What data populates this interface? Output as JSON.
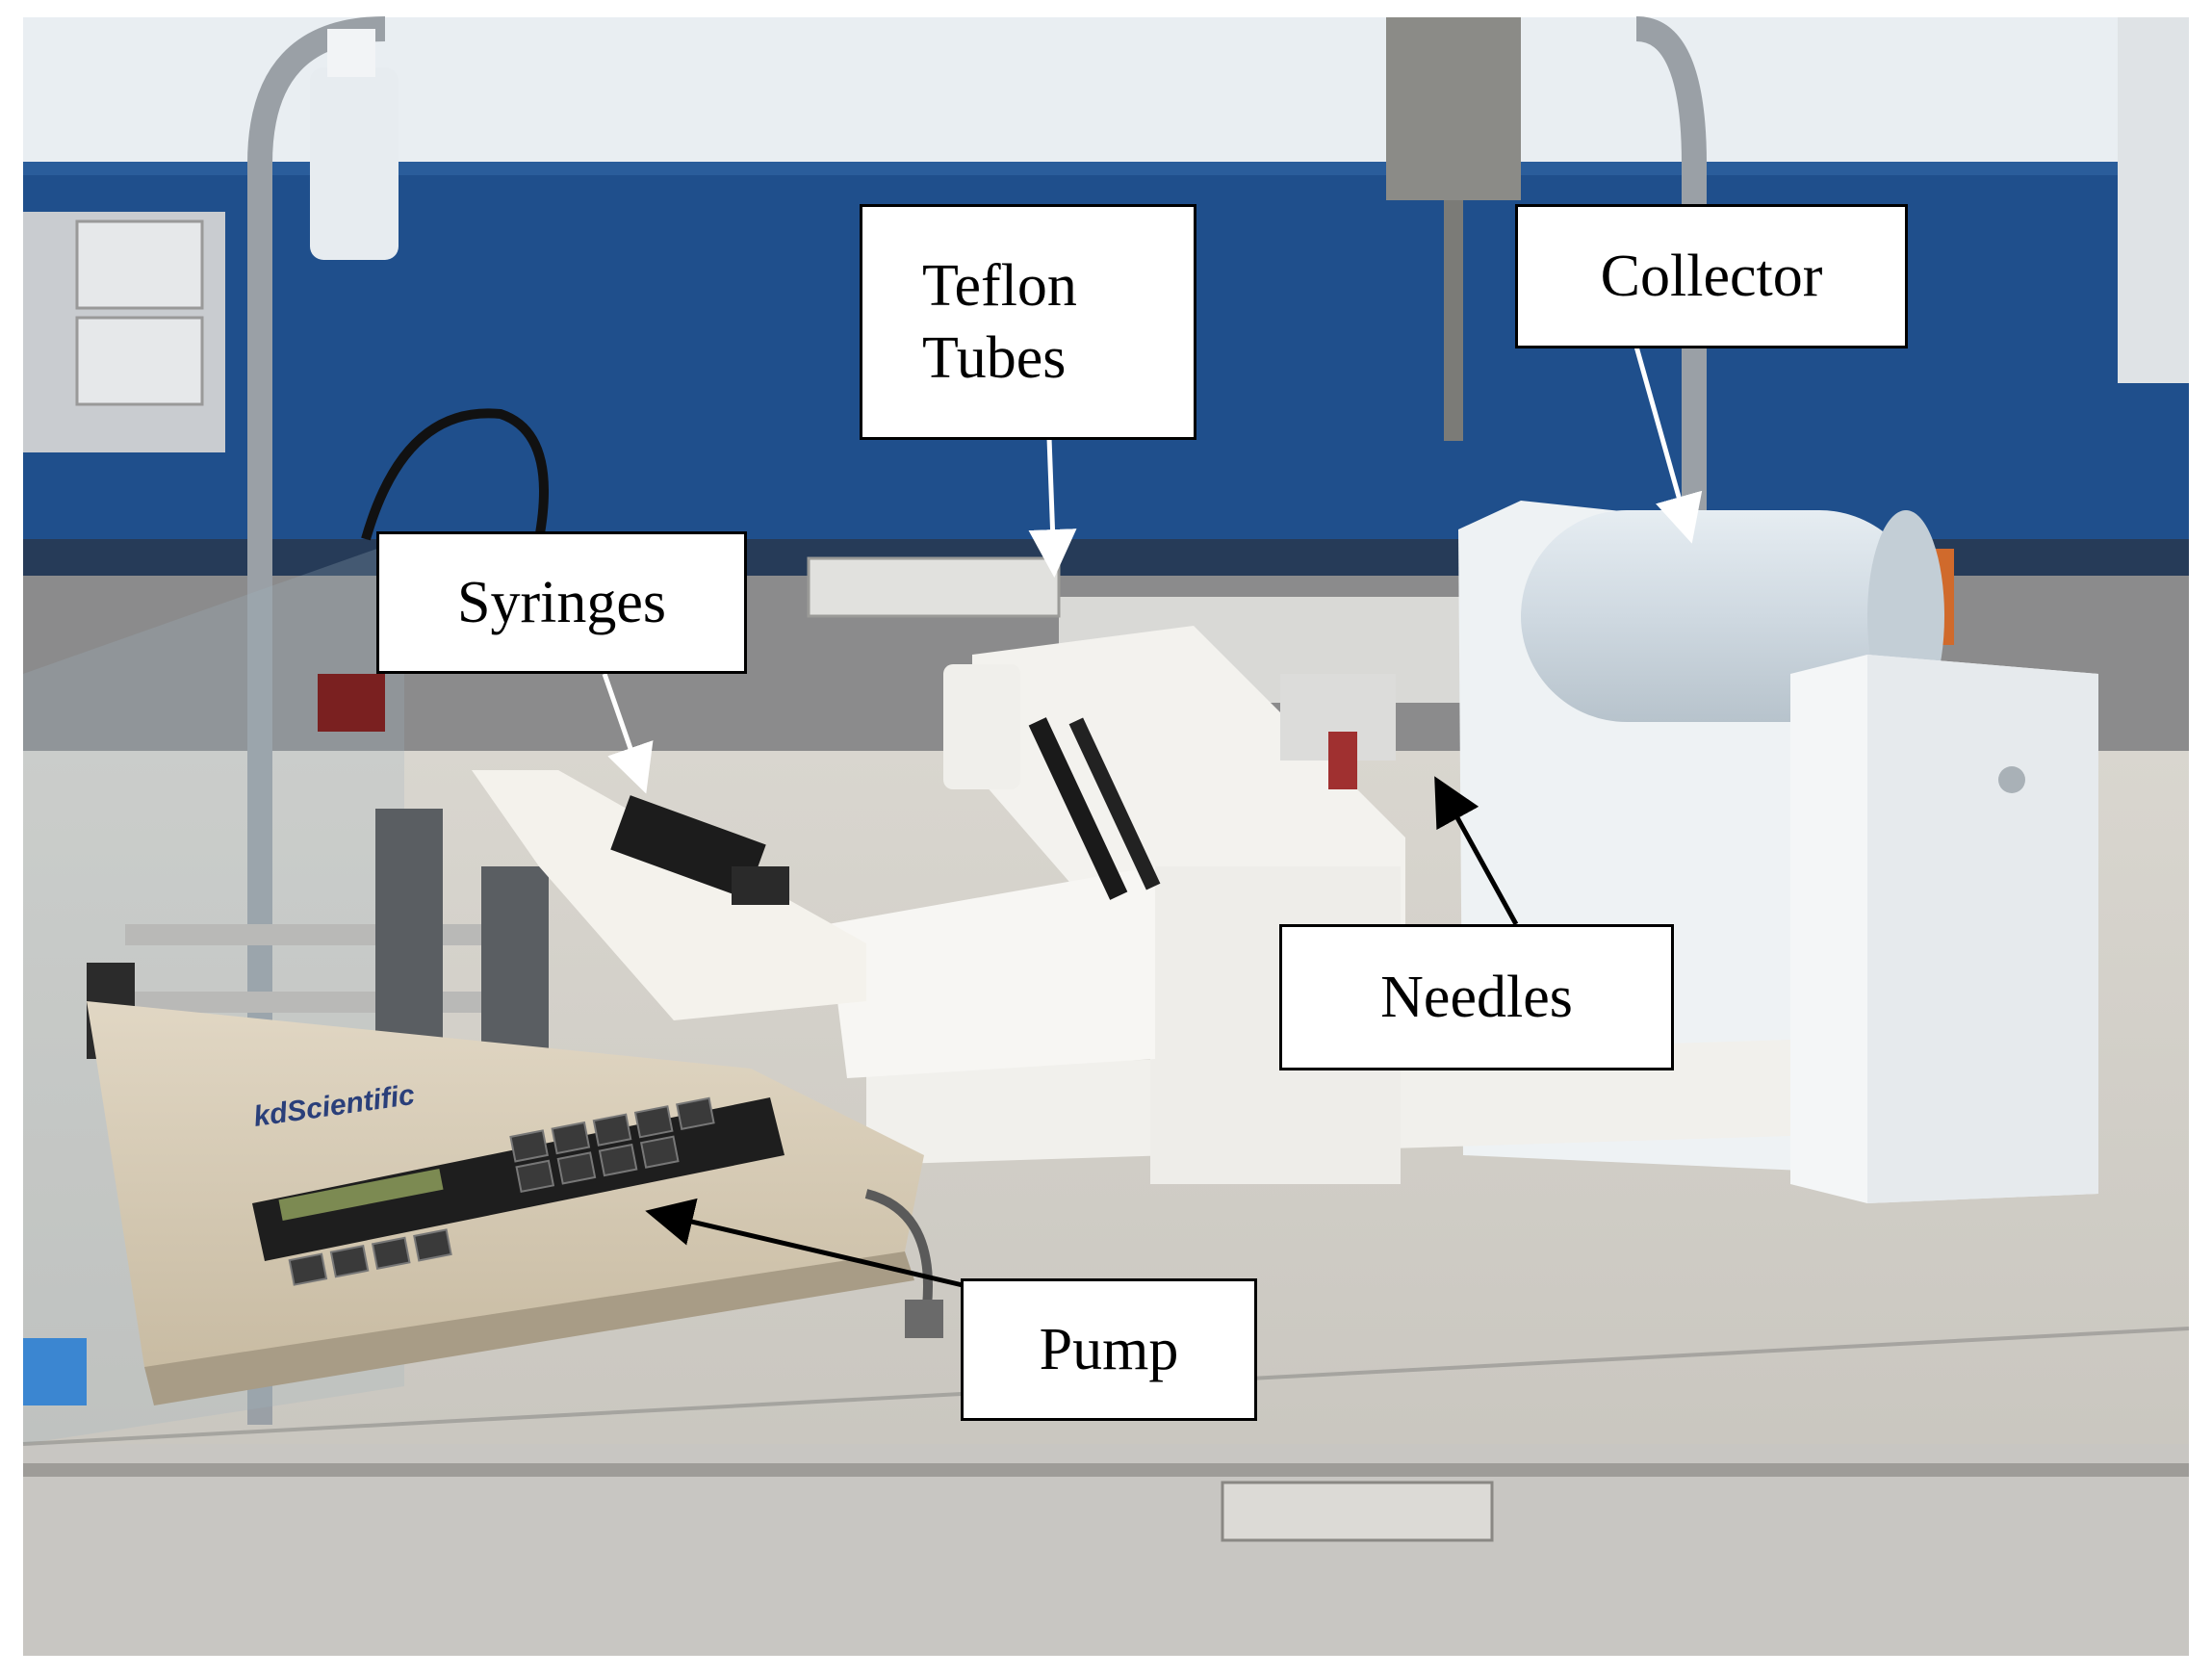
{
  "figure": {
    "description_colors": {
      "wall_blue": "#1f4f8c",
      "wall_white": "#e9eef2",
      "equipment_white": "#f2f1ee",
      "pump_beige": "#d8cdb8",
      "arrow_white": "#ffffff",
      "arrow_black": "#000000"
    }
  },
  "labels": {
    "teflon": {
      "line1": "Teflon",
      "line2": "Tubes"
    },
    "collector": "Collector",
    "syringes": "Syringes",
    "needles": "Needles",
    "pump": "Pump"
  },
  "device_text": {
    "pump_brand": "kdScientific"
  }
}
